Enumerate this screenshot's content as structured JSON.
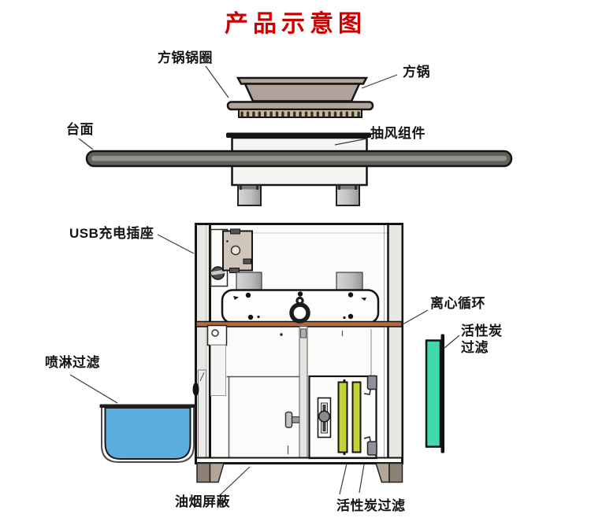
{
  "title": "产品示意图",
  "labels": {
    "pot_ring": "方锅锅圈",
    "pot": "方锅",
    "countertop": "台面",
    "exhaust_module": "抽风组件",
    "usb_socket": "USB充电插座",
    "centrifugal": "离心循环",
    "carbon_side_line1": "活性炭",
    "carbon_side_line2": "过滤",
    "spray_filter": "喷淋过滤",
    "smoke_shield": "油烟屏蔽",
    "carbon_bottom": "活性炭过滤"
  },
  "colors": {
    "title_red": "#cc0000",
    "pot_tan": "#b2a69b",
    "slot_strip_tan": "#c9b998",
    "shelf_brown": "#b5693f",
    "basin_blue": "#5aaede",
    "carbon_teal": "#40d9ae",
    "filter_yellow": "#c4d335",
    "countertop_gray": "#606059"
  }
}
